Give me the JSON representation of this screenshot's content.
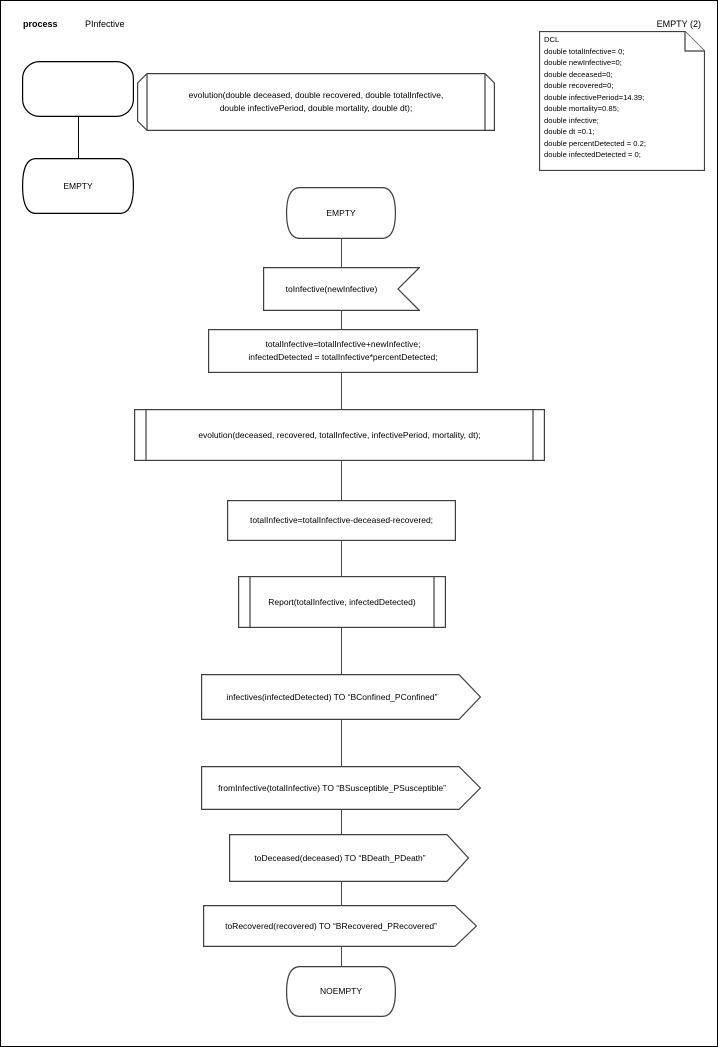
{
  "header": {
    "keyword": "process",
    "process_name": "PInfective",
    "page_label": "EMPTY (2)"
  },
  "declaration": {
    "start_symbol_label": "",
    "start_state_label": "EMPTY",
    "procedure_signature": "evolution(double deceased, double recovered, double totalInfective,\ndouble infectivePeriod, double mortality, double dt);"
  },
  "note": {
    "name": "dcl-note",
    "title": "DCL",
    "lines": [
      "double totalInfective= 0;",
      "double newInfective=0;",
      "double deceased=0;",
      "double recovered=0;",
      "double infectivePeriod=14.39;",
      "double mortality=0.85;",
      "double infective;",
      "double dt =0.1;",
      "double percentDetected = 0.2;",
      "double infectedDetected = 0;"
    ],
    "text": "DCL\ndouble totalInfective= 0;\ndouble newInfective=0;\ndouble deceased=0;\ndouble recovered=0;\ndouble infectivePeriod=14.39;\ndouble mortality=0.85;\ndouble infective;\ndouble dt =0.1;\ndouble percentDetected = 0.2;\ndouble infectedDetected = 0;"
  },
  "flow": {
    "state_start": "EMPTY",
    "input_signal": "toInfective(newInfective)",
    "task_1": "totalInfective=totalInfective+newInfective;\ninfectedDetected = totalInfective*percentDetected;",
    "procedure_call_1": "evolution(deceased, recovered, totalInfective, infectivePeriod, mortality, dt);",
    "task_2": "totalInfective=totalInfective-deceased-recovered;",
    "procedure_call_2": "Report(totalInfective, infectedDetected)",
    "output_1": "infectives(infectedDetected) TO “BConfined_PConfined”",
    "output_2": "fromInfective(totalInfective) TO “BSusceptible_PSusceptible”",
    "output_3": "toDeceased(deceased) TO “BDeath_PDeath”",
    "output_4": "toRecovered(recovered) TO “BRecovered_PRecovered”",
    "state_end": "NOEMPTY"
  },
  "colors": {
    "stroke": "#3f3f3f",
    "stroke_dark": "#000000",
    "fill": "#ffffff",
    "text": "#000000"
  }
}
